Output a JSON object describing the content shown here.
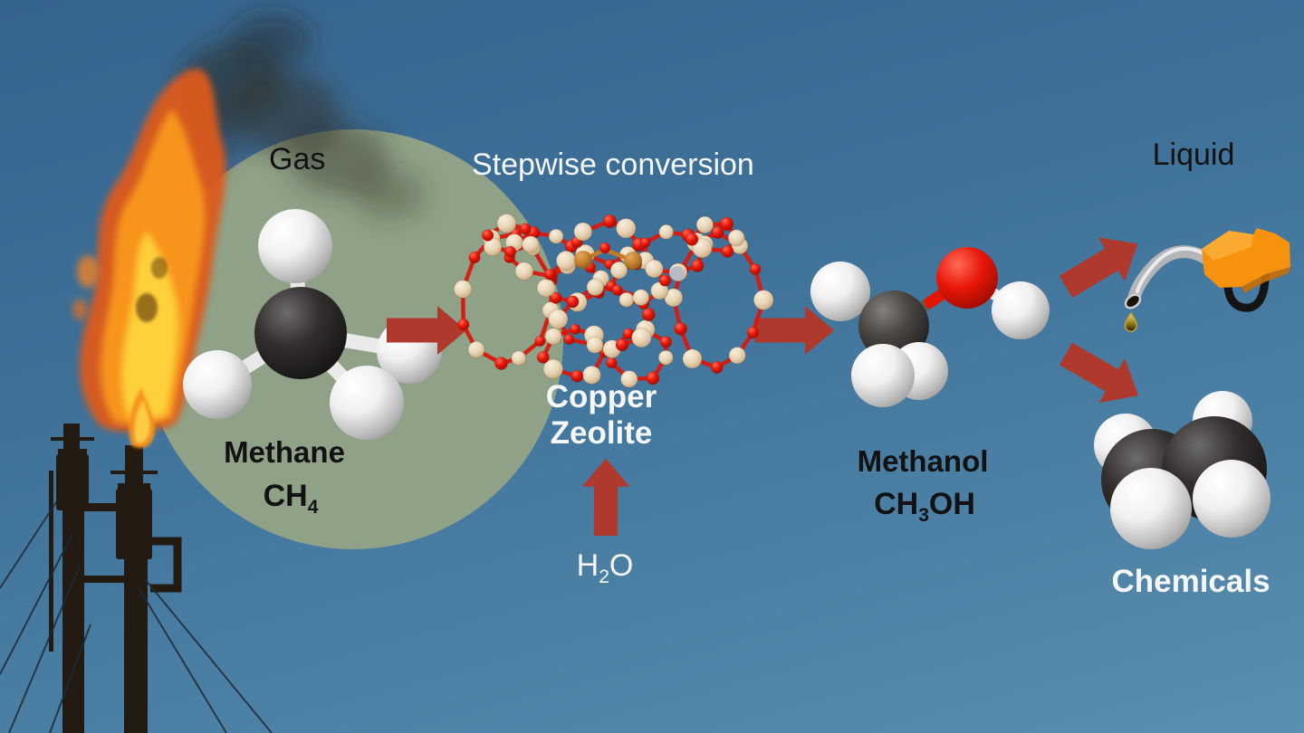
{
  "labels": {
    "gas": "Gas",
    "stepwise_conversion": "Stepwise conversion",
    "liquid": "Liquid",
    "methane": {
      "name": "Methane",
      "formula_main": "CH",
      "formula_sub": "4"
    },
    "copper_zeolite": {
      "line1": "Copper",
      "line2": "Zeolite"
    },
    "water": {
      "pre": "H",
      "sub": "2",
      "post": "O"
    },
    "methanol": {
      "name": "Methanol",
      "formula_pre": "CH",
      "formula_sub": "3",
      "formula_post": "OH"
    },
    "chemicals": "Chemicals"
  },
  "graphics": {
    "flare_stack": "gas-flare-stacks-with-flame-and-smoke",
    "gas_circle": "sage-green-highlight-circle",
    "methane_molecule": "ball-and-stick-CH4",
    "zeolite": "copper-zeolite-framework",
    "methanol_molecule": "ball-and-stick-CH3OH",
    "fuel_nozzle": "fuel-pump-nozzle-with-fuel-drop",
    "chemicals_molecule": "space-filling-hydrocarbon-molecule",
    "arrows": "red-process-arrows"
  },
  "colors": {
    "sky_top": "#35648D",
    "sky_bottom": "#5B8FB0",
    "gas_circle_green": "#8FA287",
    "arrow_red": "#B0392E",
    "flame_orange": "#F7941D",
    "flame_yellow": "#FFD43D",
    "zeolite_silicon_tan": "#E7D4B4",
    "zeolite_oxygen_red": "#E01607",
    "copper": "#C07F2C",
    "carbon_black": "#2B2928",
    "hydrogen_white": "#F2F2F2",
    "oxygen_red": "#E81607",
    "nozzle_orange": "#F6920E"
  }
}
